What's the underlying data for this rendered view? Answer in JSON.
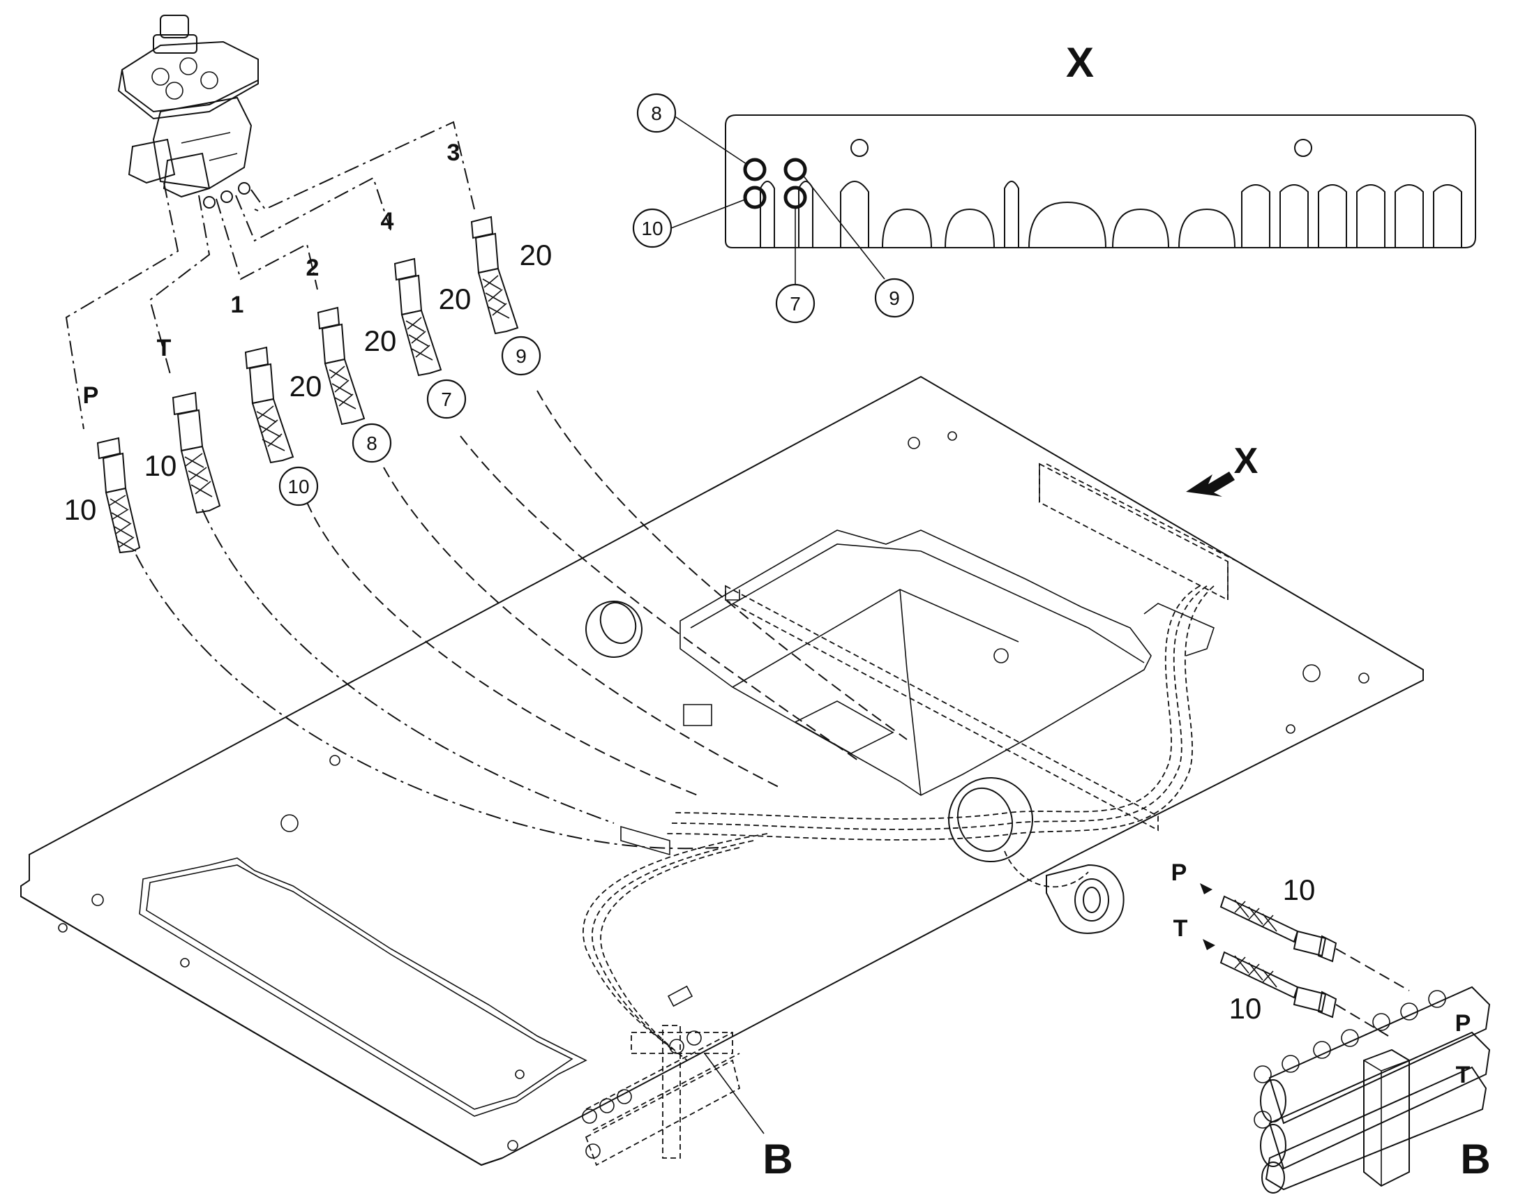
{
  "view_labels": {
    "detail_x_title": "X",
    "view_arrow_x": "X",
    "callout_b": "B",
    "detail_b_title": "B"
  },
  "hoses": [
    {
      "port": "P",
      "length": "10"
    },
    {
      "port": "T",
      "length": "10"
    },
    {
      "port": "1",
      "length": "20",
      "ref": "10"
    },
    {
      "port": "2",
      "length": "20",
      "ref": "8"
    },
    {
      "port": "4",
      "length": "20",
      "ref": "7"
    },
    {
      "port": "3",
      "length": "20",
      "ref": "9"
    }
  ],
  "detail_x_refs": [
    "8",
    "10",
    "7",
    "9"
  ],
  "detail_b": {
    "hose_p": {
      "port": "P",
      "length": "10"
    },
    "hose_t": {
      "port": "T",
      "length": "10"
    },
    "manifold_p": "P",
    "manifold_t": "T"
  }
}
